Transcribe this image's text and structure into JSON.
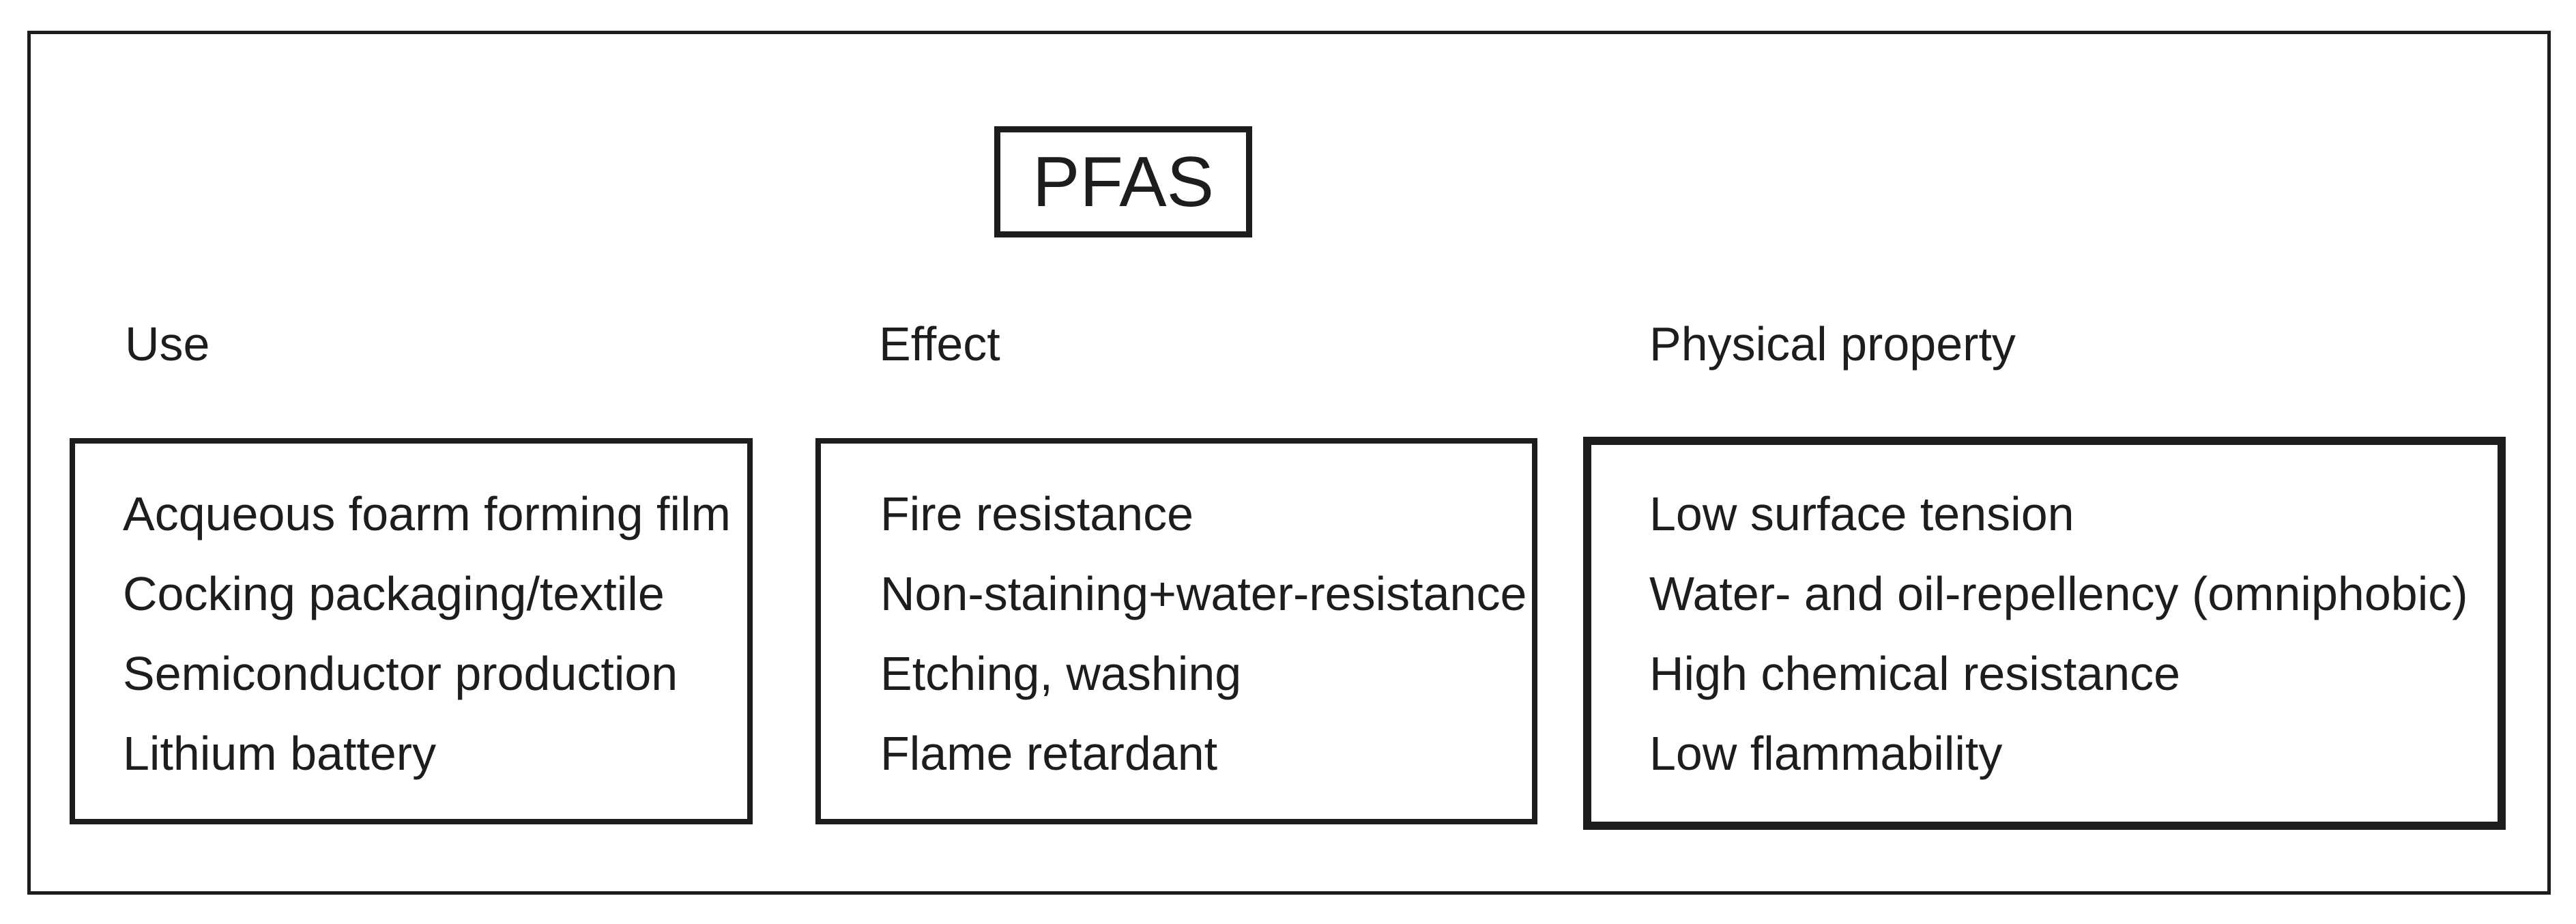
{
  "diagram": {
    "title": "PFAS",
    "columns": [
      {
        "label": "Use",
        "items": [
          "Acqueous foarm forming film",
          "Cocking packaging/textile",
          "Semiconductor production",
          "Lithium battery"
        ]
      },
      {
        "label": "Effect",
        "items": [
          "Fire resistance",
          "Non-staining+water-resistance",
          "Etching, washing",
          "Flame retardant"
        ]
      },
      {
        "label": "Physical property",
        "items": [
          "Low surface tension",
          "Water- and oil-repellency (omniphobic)",
          "High chemical resistance",
          "Low flammability"
        ]
      }
    ],
    "colors": {
      "ink": "#1d1d1b",
      "background": "#ffffff"
    }
  }
}
